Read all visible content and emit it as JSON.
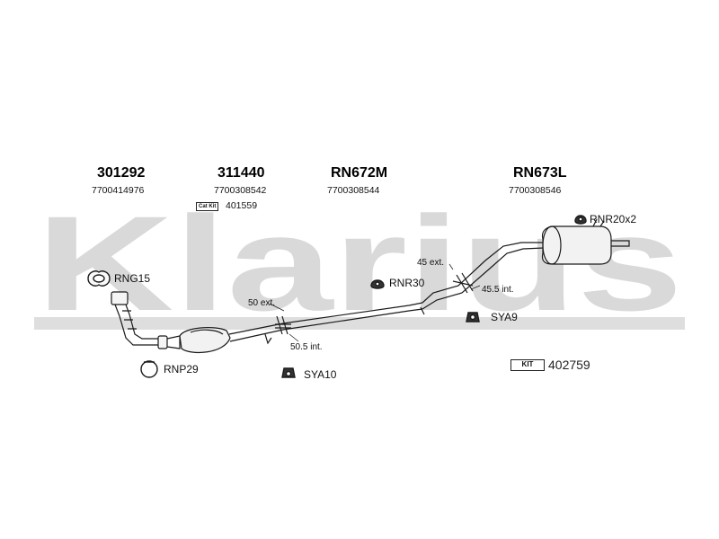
{
  "watermark": {
    "text": "Klarius"
  },
  "sections": [
    {
      "part": "301292",
      "oe": "7700414976"
    },
    {
      "part": "311440",
      "oe": "7700308542",
      "badge": "Cat Kit",
      "sub": "401559"
    },
    {
      "part": "RN672M",
      "oe": "7700308544"
    },
    {
      "part": "RN673L",
      "oe": "7700308546"
    }
  ],
  "components": {
    "rng15": "RNG15",
    "rnp29": "RNP29",
    "sya10": "SYA10",
    "rnr30": "RNR30",
    "sya9": "SYA9",
    "rnr20": "RNR20x2"
  },
  "measurements": {
    "m50ext": "50 ext.",
    "m505int": "50.5 int.",
    "m45ext": "45 ext.",
    "m455int": "45.5 int."
  },
  "kit": {
    "badge": "KIT",
    "number": "402759"
  },
  "colors": {
    "watermark": "#d9d9d9",
    "pipe": "#1a1a1a",
    "fill": "#f2f2f2"
  }
}
